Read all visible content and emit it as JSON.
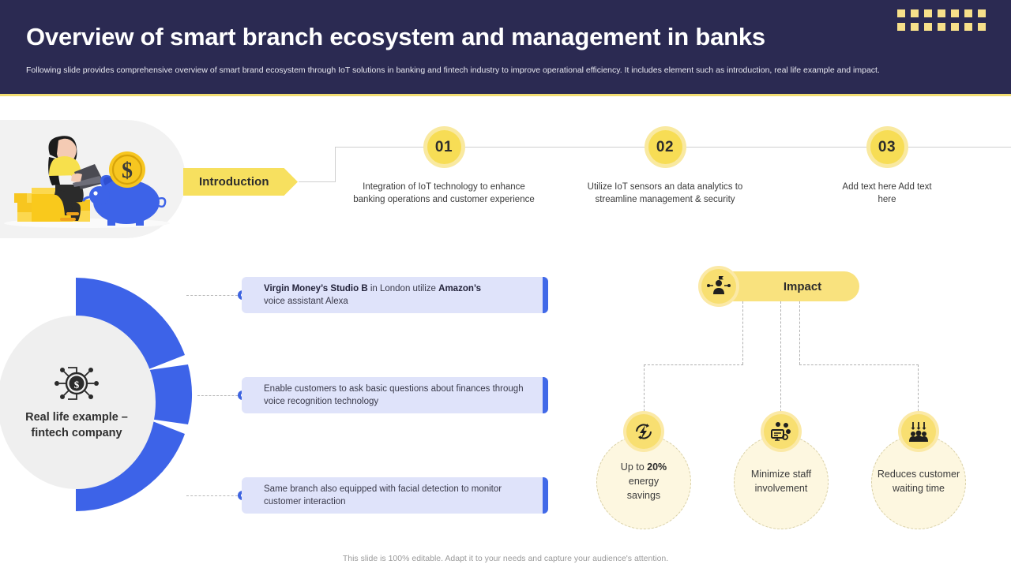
{
  "header": {
    "title": "Overview of smart branch ecosystem and management in banks",
    "subtitle": "Following slide provides comprehensive overview of smart brand ecosystem through IoT solutions in banking and fintech industry to improve operational efficiency. It includes element such as introduction, real life example and impact.",
    "bg_color": "#2b2a52",
    "accent_color": "#f7e08a",
    "dot_count": 14
  },
  "intro": {
    "label": "Introduction",
    "arrow_color": "#f7e05f",
    "illustration": "woman-laptop-piggybank-illustration"
  },
  "timeline": {
    "steps": [
      {
        "number": "01",
        "text": "Integration of IoT technology to enhance banking operations and customer experience"
      },
      {
        "number": "02",
        "text": "Utilize IoT sensors an data analytics to streamline management & security"
      },
      {
        "number": "03",
        "text": "Add text here Add text here"
      }
    ],
    "circle_color": "#f7dd55",
    "line_color": "#cfcfcf"
  },
  "real_life": {
    "center_title_line1": "Real life example –",
    "center_title_line2": "fintech company",
    "icon": "fintech-network-dollar-icon",
    "arc_color": "#3d63e8",
    "center_bg": "#efefef",
    "items": [
      {
        "bold1": "Virgin Money’s  Studio B",
        "mid": " in London utilize ",
        "bold2": "Amazon’s",
        "rest": "voice assistant Alexa",
        "plain": ""
      },
      {
        "bold1": "",
        "mid": "",
        "bold2": "",
        "rest": "",
        "plain": "Enable customers to ask basic questions about finances through voice recognition technology"
      },
      {
        "bold1": "",
        "mid": "",
        "bold2": "",
        "rest": "",
        "plain": "Same branch also equipped with facial detection to monitor customer interaction"
      }
    ],
    "box_bg": "#dfe3fa",
    "box_bar": "#4169e8"
  },
  "impact": {
    "label": "Impact",
    "icon": "impact-person-flag-icon",
    "pill_color": "#f9e27e",
    "cards": [
      {
        "icon": "energy-lightning-refresh-icon",
        "pre": "Up to ",
        "strong": "20%",
        "post": " energy savings",
        "full": "Up to 20% energy savings"
      },
      {
        "icon": "staff-monitor-users-icon",
        "pre": "",
        "strong": "",
        "post": "",
        "full": "Minimize staff involvement"
      },
      {
        "icon": "reduce-waiting-people-arrows-icon",
        "pre": "",
        "strong": "",
        "post": "",
        "full": "Reduces customer waiting time"
      }
    ],
    "card_bg": "#fdf7e0",
    "card_border": "#d8cfa4"
  },
  "footer": {
    "text": "This slide is 100% editable. Adapt it to your needs and capture your audience's attention."
  }
}
